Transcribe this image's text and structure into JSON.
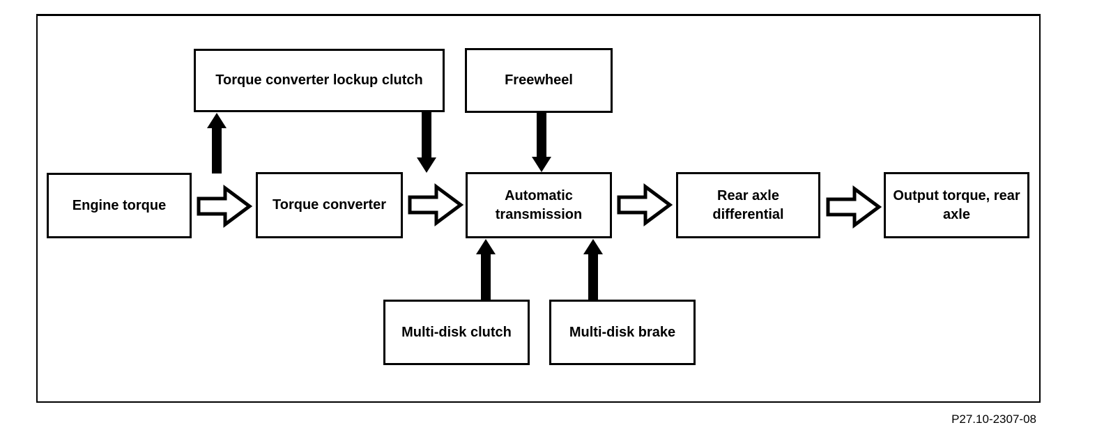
{
  "diagram": {
    "caption": "P27.10-2307-08",
    "colors": {
      "ink": "#000000",
      "paper": "#ffffff"
    },
    "nodes": {
      "engine_torque": {
        "label": "Engine torque"
      },
      "torque_converter": {
        "label": "Torque converter"
      },
      "torque_converter_lockup_clutch": {
        "label": "Torque converter lockup clutch"
      },
      "freewheel": {
        "label": "Freewheel"
      },
      "automatic_transmission": {
        "label": "Automatic transmission"
      },
      "rear_axle_differential": {
        "label": "Rear axle differential"
      },
      "output_torque_rear_axle": {
        "label": "Output torque, rear axle"
      },
      "multi_disk_clutch": {
        "label": "Multi-disk clutch"
      },
      "multi_disk_brake": {
        "label": "Multi-disk brake"
      }
    },
    "edges": [
      {
        "from": "engine_torque",
        "to": "torque_converter",
        "type": "open-right"
      },
      {
        "from": "torque_converter",
        "to": "automatic_transmission",
        "type": "open-right"
      },
      {
        "from": "automatic_transmission",
        "to": "rear_axle_differential",
        "type": "open-right"
      },
      {
        "from": "rear_axle_differential",
        "to": "output_torque_rear_axle",
        "type": "open-right"
      },
      {
        "from": "torque_converter",
        "to": "torque_converter_lockup_clutch",
        "type": "solid-up"
      },
      {
        "from": "torque_converter_lockup_clutch",
        "to": "automatic_transmission",
        "type": "solid-down"
      },
      {
        "from": "freewheel",
        "to": "automatic_transmission",
        "type": "solid-down"
      },
      {
        "from": "multi_disk_clutch",
        "to": "automatic_transmission",
        "type": "solid-up"
      },
      {
        "from": "multi_disk_brake",
        "to": "automatic_transmission",
        "type": "solid-up"
      }
    ]
  }
}
